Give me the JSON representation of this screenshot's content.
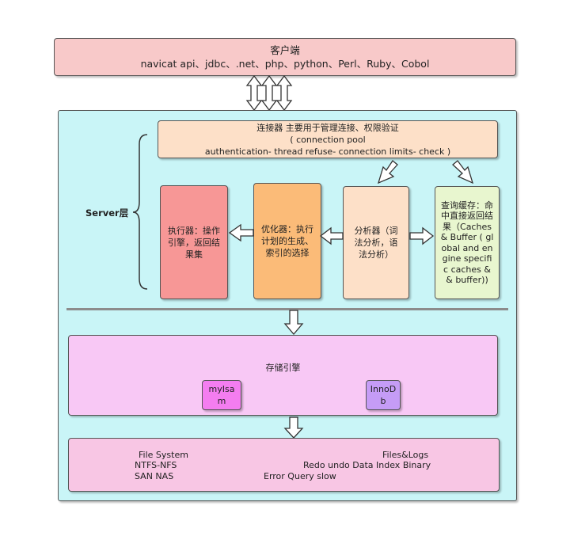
{
  "client": {
    "title": "客户端",
    "subtitle": "navicat api、jdbc、.net、php、python、Perl、Ruby、Cobol"
  },
  "server": {
    "label": "Server层",
    "connector": {
      "line1": "连接器 主要用于管理连接、权限验证",
      "line2": "( connection pool",
      "line3": "authentication- thread refuse- connection limits- check )"
    },
    "executor": {
      "text": "执行器：操作引擎，返回结果集"
    },
    "optimizer": {
      "text": "优化器：执行计划的生成、索引的选择"
    },
    "analyzer": {
      "text": "分析器（词法分析，语法分析）"
    },
    "cache": {
      "text": "查询缓存：命中直接返回结果（Caches & Buffer ( global and engine specific caches && buffer))"
    }
  },
  "storage": {
    "title": "存储引擎",
    "engine1": "myIsam",
    "engine2": "InnoDb"
  },
  "filesystem": {
    "file_system": "File System",
    "ntfs": "NTFS-NFS",
    "san": "SAN NAS",
    "files_logs": "Files&Logs",
    "redo": "Redo undo Data Index Binary",
    "error": "Error  Query slow"
  },
  "colors": {
    "client_fill": "#f8c9c9",
    "server_fill": "#c9f5f7",
    "connector_fill": "#fde0c8",
    "executor_fill": "#f79796",
    "optimizer_fill": "#fbbb78",
    "analyzer_fill": "#fde0c8",
    "cache_fill": "#e8f6cf",
    "storage_fill": "#f8c8f5",
    "myisam_fill": "#f47df0",
    "innodb_fill": "#c59cf6",
    "fs_fill": "#f8c6e4"
  }
}
